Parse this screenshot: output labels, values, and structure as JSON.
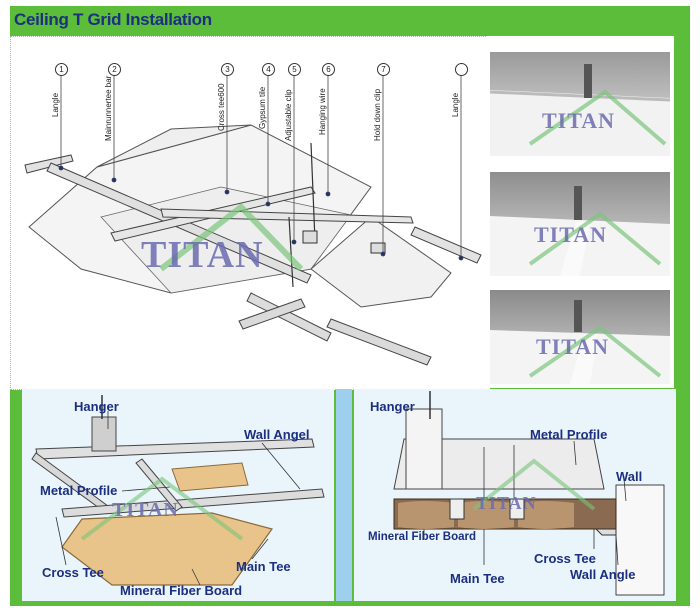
{
  "title": "Ceiling T Grid Installation",
  "main_diagram": {
    "callouts": [
      {
        "num": "1",
        "label": "Langle"
      },
      {
        "num": "2",
        "label": "Mainrunnertee bar"
      },
      {
        "num": "3",
        "label": "Cross tee600"
      },
      {
        "num": "4",
        "label": "Gypsum tile"
      },
      {
        "num": "5",
        "label": "Adjustable clip"
      },
      {
        "num": "6",
        "label": "Hanging wire"
      },
      {
        "num": "7",
        "label": "Hold down clip"
      },
      {
        "num": "",
        "label": "Langle"
      }
    ],
    "watermark": "TITAN"
  },
  "photos": [
    {
      "watermark": "TITAN"
    },
    {
      "watermark": "TITAN"
    },
    {
      "watermark": "TITAN"
    }
  ],
  "bottom_left": {
    "labels": {
      "hanger": "Hanger",
      "wall_angel": "Wall Angel",
      "metal_profile": "Metal Profile",
      "cross_tee": "Cross Tee",
      "main_tee": "Main Tee",
      "mineral_fiber_board": "Mineral Fiber Board"
    },
    "watermark": "TITAN"
  },
  "bottom_right": {
    "labels": {
      "hanger": "Hanger",
      "metal_profile": "Metal Profile",
      "wall": "Wall",
      "mineral_fiber_board": "Mineral Fiber Board",
      "cross_tee": "Cross Tee",
      "main_tee": "Main Tee",
      "wall_angle": "Wall Angle"
    },
    "watermark": "TITAN"
  },
  "colors": {
    "frame": "#5cbd3a",
    "title": "#1c2f80",
    "label": "#1c2f80",
    "board": "#e8c48a",
    "metal": "#d8d8d8"
  }
}
